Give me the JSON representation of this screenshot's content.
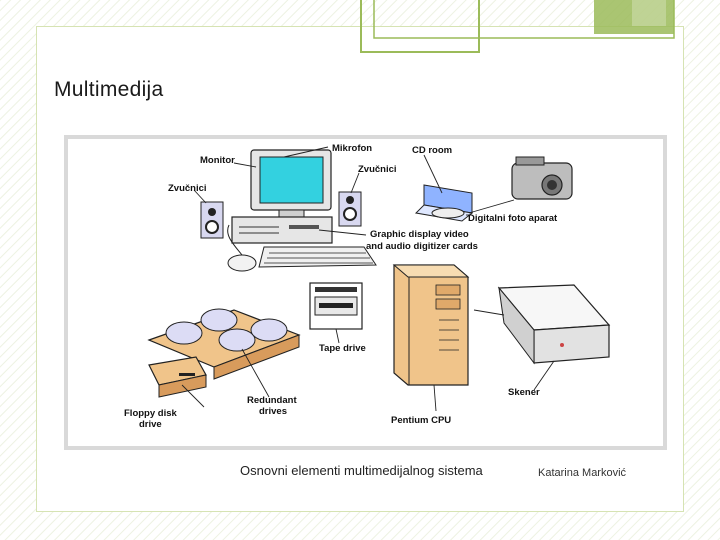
{
  "slide": {
    "title": "Multimedija",
    "caption": "Osnovni elementi multimedijalnog sistema",
    "author": "Katarina Marković"
  },
  "diagram": {
    "labels": {
      "monitor": "Monitor",
      "mikrofon": "Mikrofon",
      "cd_room": "CD room",
      "zvucnici_right": "Zvučnici",
      "zvucnici_left": "Zvučnici",
      "digitalni_foto": "Digitalni foto aparat",
      "graphic_line1": "Graphic display video",
      "graphic_line2": "and audio digitizer cards",
      "tape_drive": "Tape drive",
      "skener": "Skener",
      "redundant_line1": "Redundant",
      "redundant_line2": "drives",
      "floppy_line1": "Floppy disk",
      "floppy_line2": "drive",
      "pentium": "Pentium CPU"
    }
  },
  "colors": {
    "accent": "#9bbb59",
    "frame_border": "#d6e3b3",
    "screen": "#33d1e0"
  }
}
